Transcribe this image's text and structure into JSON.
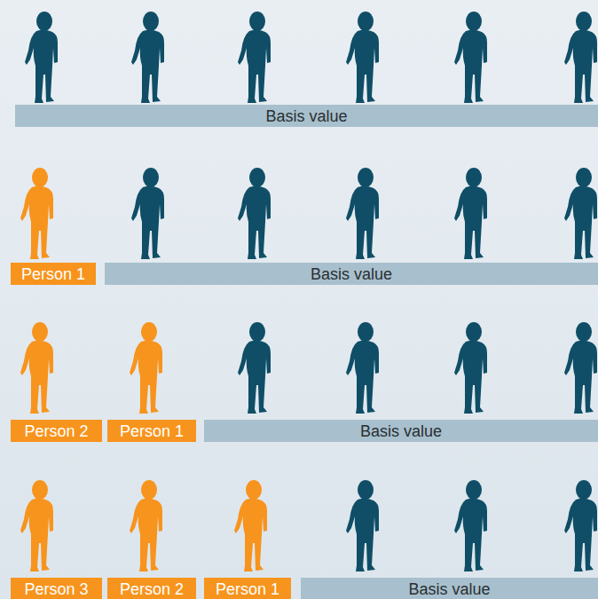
{
  "diagram": {
    "nodes": [
      {
        "text": [
          "Basis value"
        ]
      },
      {
        "text": [
          "Person 1"
        ]
      },
      {
        "text": [
          "Basis value"
        ]
      },
      {
        "text": [
          "Person 2"
        ]
      },
      {
        "text": [
          "Person 1"
        ]
      },
      {
        "text": [
          "Basis value"
        ]
      },
      {
        "text": [
          "Person 3"
        ]
      },
      {
        "text": [
          "Person 2"
        ]
      },
      {
        "text": [
          "Person 1"
        ]
      },
      {
        "text": [
          "Basis value"
        ]
      }
    ]
  }
}
